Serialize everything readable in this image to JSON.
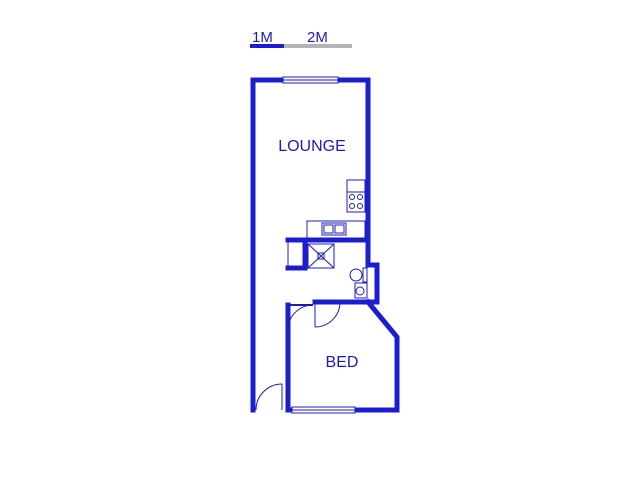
{
  "scale": {
    "label_1": "1M",
    "label_2": "2M"
  },
  "rooms": {
    "lounge": "LOUNGE",
    "bed": "BED"
  },
  "colors": {
    "wall": "#1c1cd2",
    "fixture": "#1c1cb4",
    "scale_bar_primary": "#1c1cd2",
    "scale_bar_secondary": "#b4b4b4",
    "background": "#ffffff"
  }
}
